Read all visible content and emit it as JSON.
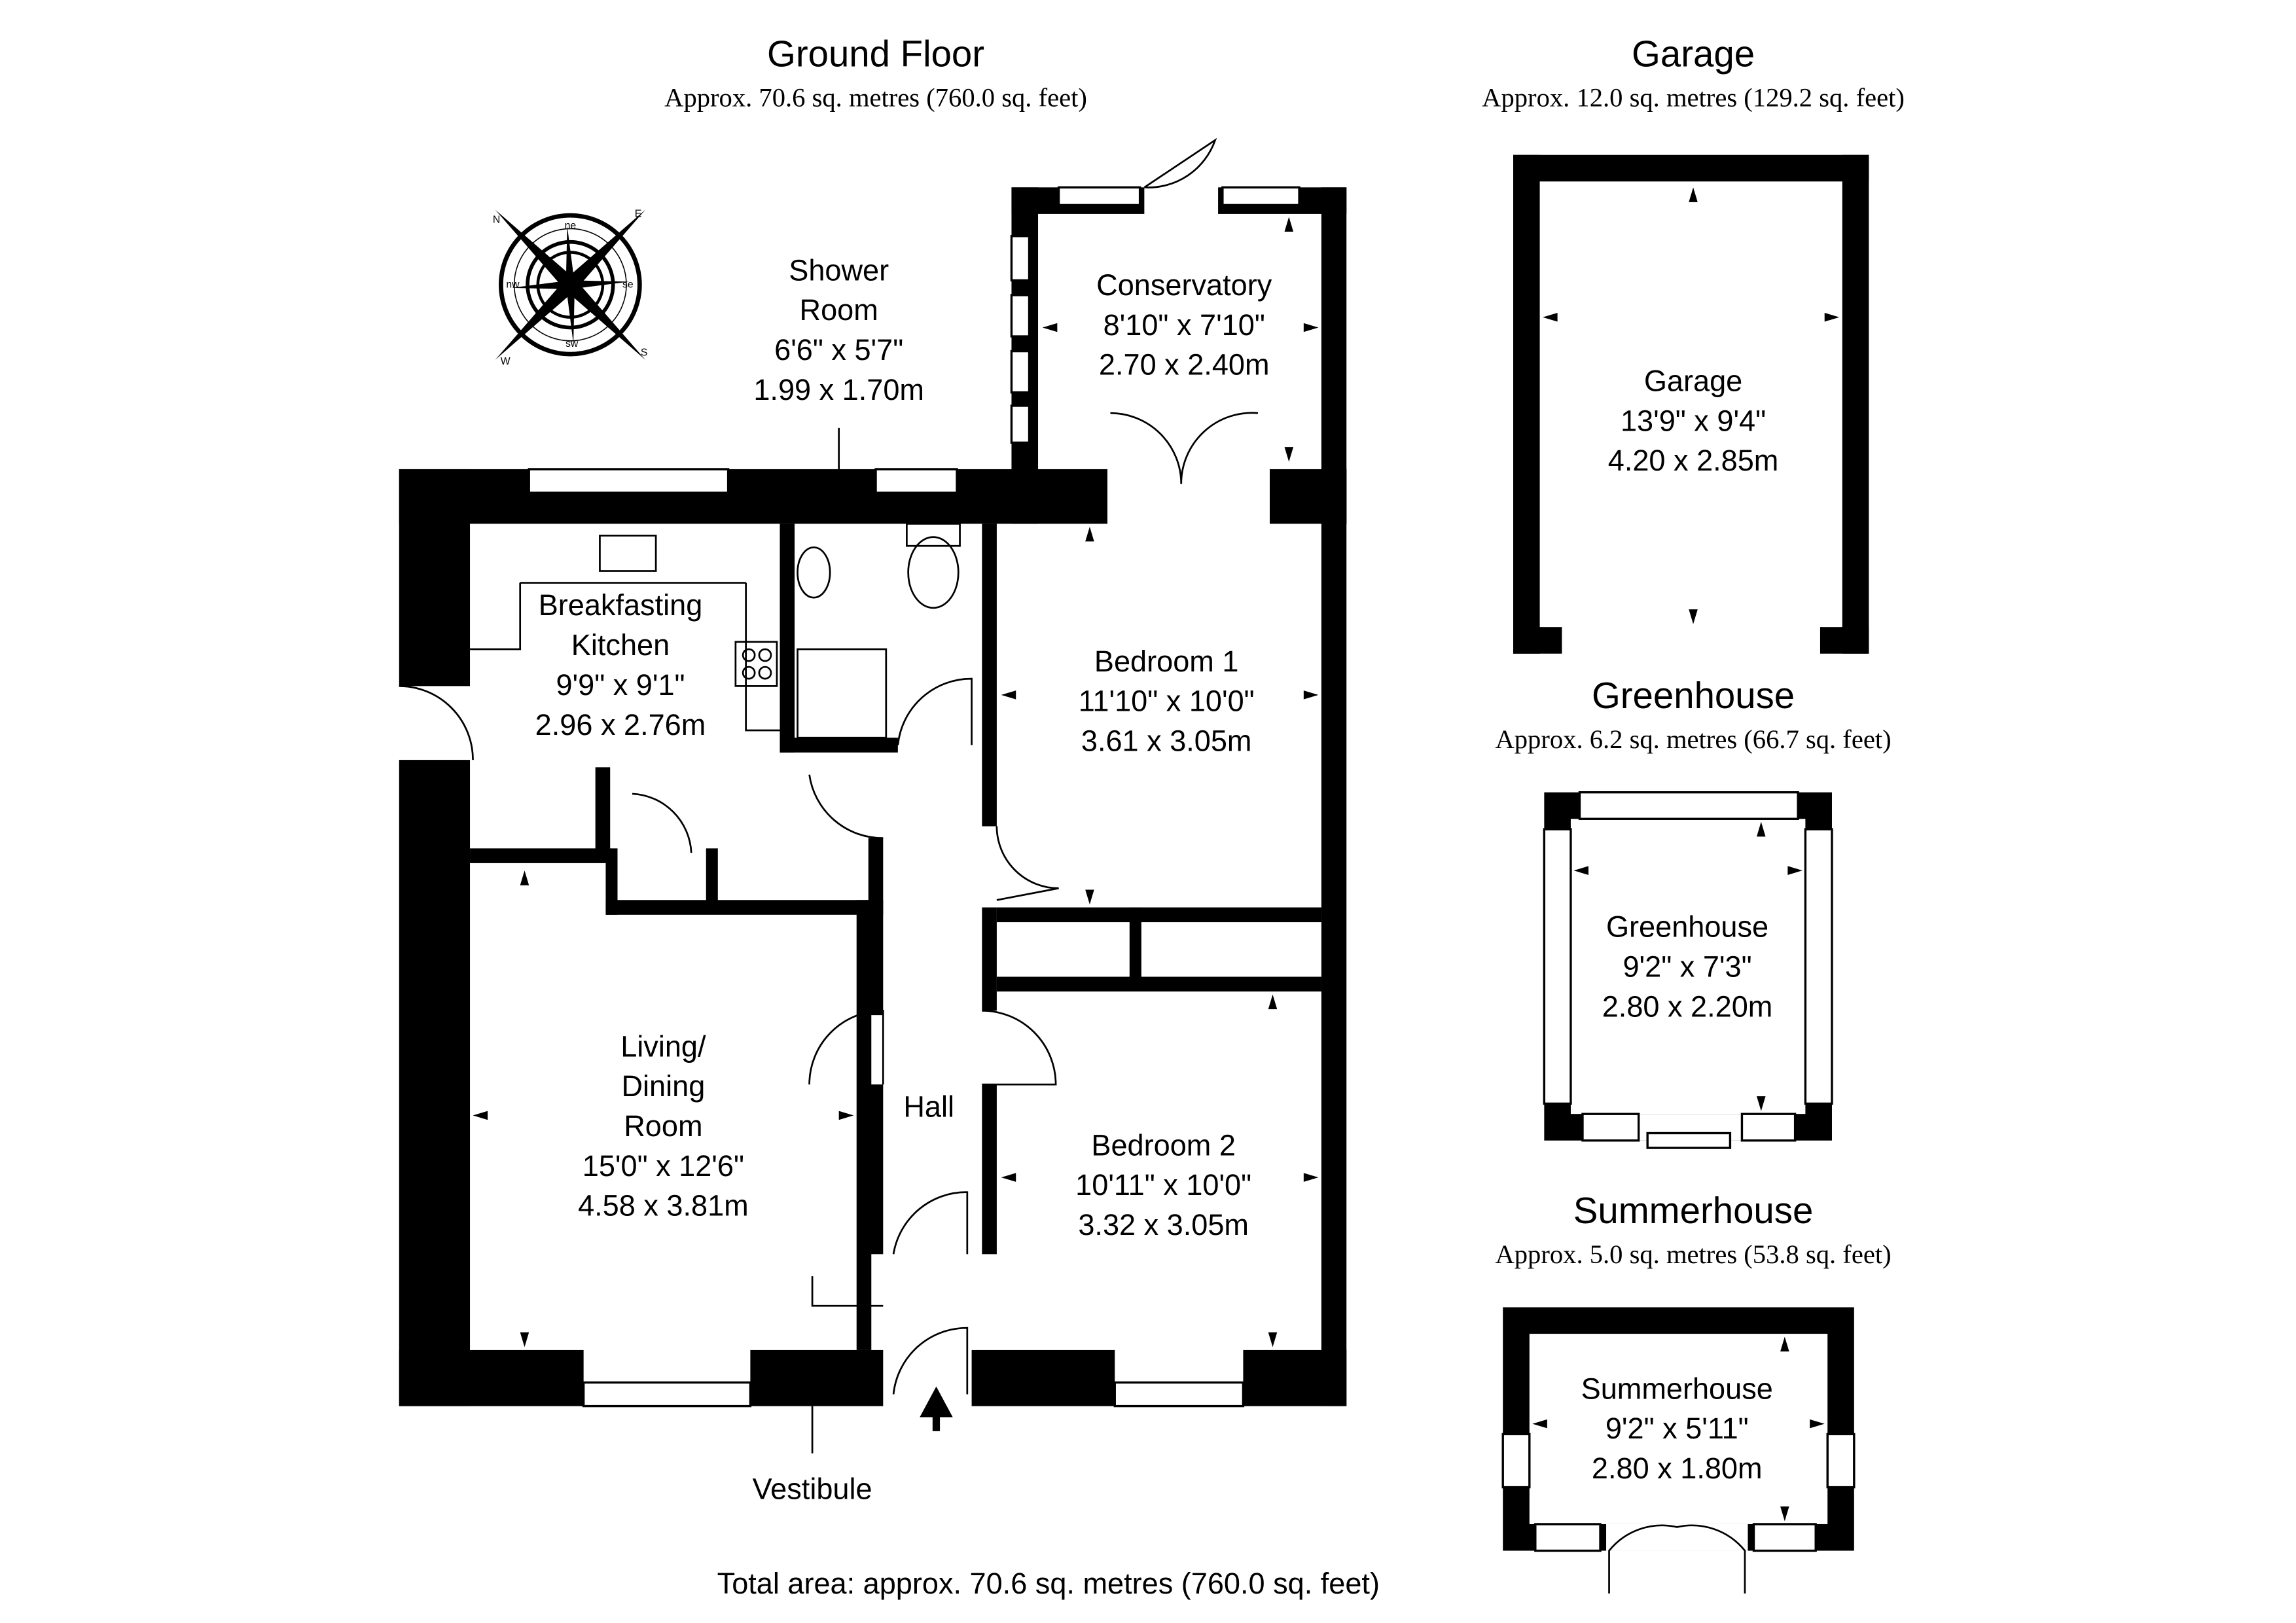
{
  "ground_floor": {
    "title": "Ground Floor",
    "area": "Approx. 70.6 sq. metres (760.0 sq. feet)"
  },
  "garage_section": {
    "title": "Garage",
    "area": "Approx. 12.0 sq. metres (129.2 sq. feet)"
  },
  "greenhouse_section": {
    "title": "Greenhouse",
    "area": "Approx. 6.2 sq. metres (66.7 sq. feet)"
  },
  "summerhouse_section": {
    "title": "Summerhouse",
    "area": "Approx. 5.0 sq. metres (53.8 sq. feet)"
  },
  "total_area": "Total area: approx. 70.6 sq. metres (760.0 sq. feet)",
  "compass": {
    "n": "N",
    "e": "E",
    "s": "S",
    "w": "W",
    "ne": "ne",
    "se": "se",
    "sw": "sw",
    "nw": "nw"
  },
  "rooms": {
    "shower": [
      "Shower",
      "Room",
      "6'6\" x 5'7\"",
      "1.99 x 1.70m"
    ],
    "conservatory": [
      "Conservatory",
      "8'10\" x 7'10\"",
      "2.70 x 2.40m"
    ],
    "kitchen": [
      "Breakfasting",
      "Kitchen",
      "9'9\" x 9'1\"",
      "2.96 x 2.76m"
    ],
    "bedroom1": [
      "Bedroom 1",
      "11'10\" x 10'0\"",
      "3.61 x 3.05m"
    ],
    "living": [
      "Living/",
      "Dining",
      "Room",
      "15'0\" x 12'6\"",
      "4.58 x 3.81m"
    ],
    "hall": [
      "Hall"
    ],
    "bedroom2": [
      "Bedroom 2",
      "10'11\" x 10'0\"",
      "3.32 x 3.05m"
    ],
    "vestibule": [
      "Vestibule"
    ],
    "garage": [
      "Garage",
      "13'9\" x 9'4\"",
      "4.20 x 2.85m"
    ],
    "greenhouse": [
      "Greenhouse",
      "9'2\" x 7'3\"",
      "2.80 x 2.20m"
    ],
    "summerhouse": [
      "Summerhouse",
      "9'2\" x 5'11\"",
      "2.80 x 1.80m"
    ]
  }
}
